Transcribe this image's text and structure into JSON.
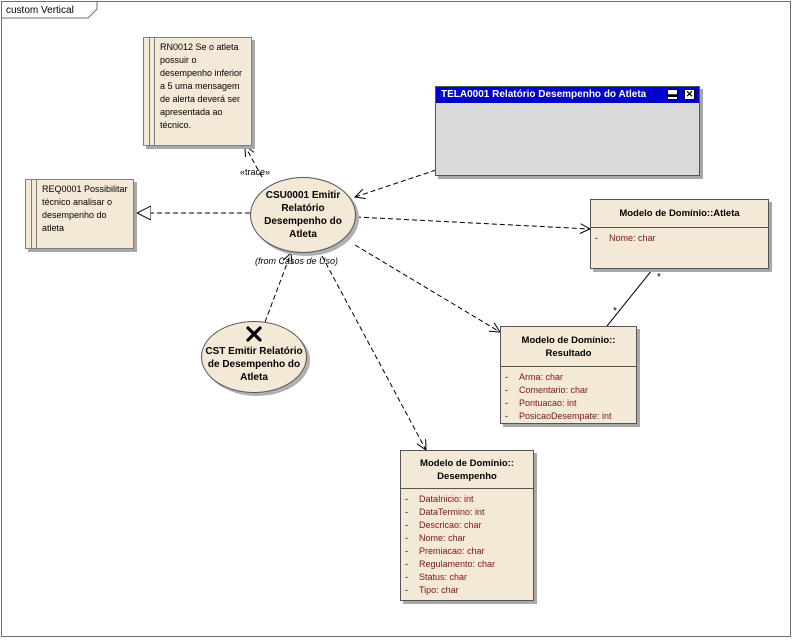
{
  "diagram": {
    "frame_label": "custom Vertical",
    "notes": [
      {
        "id": "rn0012",
        "text": "RN0012 Se o atleta possuir o desempenho inferior a 5 uma mensagem de alerta deverá ser apresentada ao técnico."
      },
      {
        "id": "req0001",
        "text": "REQ0001 Possibilitar técnico analisar o desempenho do atleta"
      }
    ],
    "use_cases": {
      "main": {
        "name": "CSU0001 Emitir Relatório Desempenho do Atleta",
        "caption": "(from Casos de Uso)"
      },
      "test": {
        "name": "CST Emitir Relatório de Desempenho do Atleta"
      }
    },
    "stereotype_trace": "«trace»",
    "screen": {
      "title": "TELA0001 Relatório Desempenho do Atleta",
      "buttons": [
        "minimize-icon",
        "close-icon"
      ]
    },
    "classes": {
      "atleta": {
        "name": "Modelo de Domínio::Atleta",
        "attributes": [
          {
            "vis": "-",
            "text": "Nome:  char"
          }
        ]
      },
      "resultado": {
        "name": "Modelo de Domínio:: Resultado",
        "attributes": [
          {
            "vis": "-",
            "text": "Arma:  char"
          },
          {
            "vis": "-",
            "text": "Comentario:  char"
          },
          {
            "vis": "-",
            "text": "Pontuacao:  int"
          },
          {
            "vis": "-",
            "text": "PosicaoDesempate:  int"
          }
        ]
      },
      "desempenho": {
        "name": "Modelo de Domínio:: Desempenho",
        "attributes": [
          {
            "vis": "-",
            "text": "DataInicio:  int"
          },
          {
            "vis": "-",
            "text": "DataTermino:  int"
          },
          {
            "vis": "-",
            "text": "Descricao:  char"
          },
          {
            "vis": "-",
            "text": "Nome:  char"
          },
          {
            "vis": "-",
            "text": "Premiacao:  char"
          },
          {
            "vis": "-",
            "text": "Regulamento:  char"
          },
          {
            "vis": "-",
            "text": "Status:  char"
          },
          {
            "vis": "-",
            "text": "Tipo:  char"
          }
        ]
      }
    },
    "multiplicity": {
      "atleta_end": "*",
      "resultado_end": "*"
    },
    "colors": {
      "element_fill": "#f3e9d6",
      "screen_title_bar": "#0000cc",
      "screen_body": "#d9d9d9"
    }
  }
}
